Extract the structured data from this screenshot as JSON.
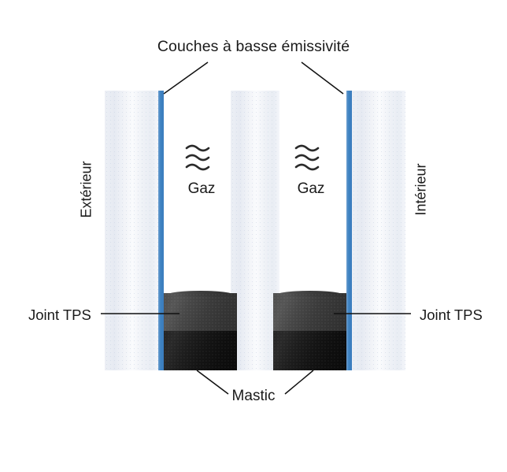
{
  "diagram": {
    "title_lowe": "Couches à basse émissivité",
    "gas_label": "Gaz",
    "gas_icon": "wave-lines-icon",
    "side_exterior": "Extérieur",
    "side_interior": "Intérieur",
    "tps_label_left": "Joint TPS",
    "tps_label_right": "Joint TPS",
    "mastic_label": "Mastic",
    "colors": {
      "coating_blue": "#3f83c2",
      "glass": "#eef1f6",
      "tps_joint": "#3b3b3b",
      "mastic": "#141414",
      "leader_line": "#111111",
      "text": "#1a1a1a",
      "background": "#ffffff"
    },
    "panes": [
      {
        "name": "outer-glass-pane",
        "coating": "right"
      },
      {
        "name": "middle-glass-pane",
        "coating": "none"
      },
      {
        "name": "inner-glass-pane",
        "coating": "left"
      }
    ],
    "cavities": [
      {
        "name": "gas-cavity-outer",
        "label": "Gaz"
      },
      {
        "name": "gas-cavity-inner",
        "label": "Gaz"
      }
    ]
  }
}
